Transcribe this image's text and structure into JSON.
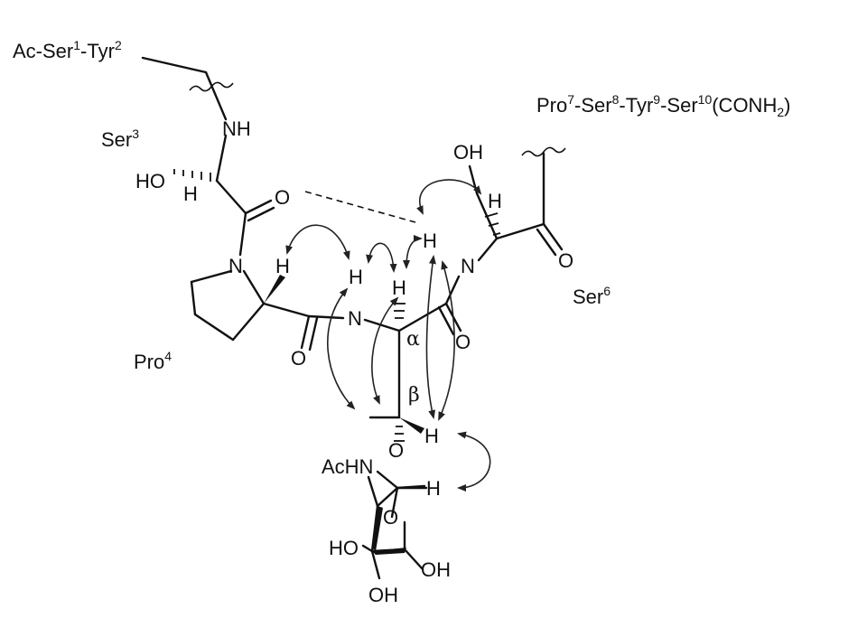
{
  "residues": {
    "n_term": {
      "a": "Ac-Ser",
      "s1": "1",
      "b": "-Tyr",
      "s2": "2"
    },
    "c_term": {
      "a": "Pro",
      "s1": "7",
      "b": "-Ser",
      "s2": "8",
      "c": "-Tyr",
      "s3": "9",
      "d": "-Ser",
      "s4": "10",
      "e": "(CONH",
      "sub": "2",
      "f": ")"
    },
    "ser3": {
      "a": "Ser",
      "s": "3"
    },
    "pro4": {
      "a": "Pro",
      "s": "4"
    },
    "ser6": {
      "a": "Ser",
      "s": "6"
    }
  },
  "atoms": {
    "nh_ser3": "NH",
    "ho_ser3": "HO",
    "h_ser3": "H",
    "o_ser3_carbonyl": "O",
    "n_pro": "N",
    "h_pro": "H",
    "o_pro_carbonyl": "O",
    "n_thr": "N",
    "h_amide_thr": "H",
    "h_alpha_thr": "H",
    "o_thr_carbonyl": "O",
    "h_amide_ser6": "H",
    "n_ser6": "N",
    "oh_ser6": "OH",
    "h_ser6_alpha": "H",
    "o_ser6_carbonyl": "O",
    "h_beta_thr": "H",
    "o_glycosidic": "O",
    "achn": "AcHN",
    "h_anomeric": "H",
    "o_ring": "O",
    "ho_c4": "HO",
    "oh_c6": "OH",
    "oh_c3": "OH"
  },
  "greek": {
    "alpha": "α",
    "beta": "β"
  }
}
